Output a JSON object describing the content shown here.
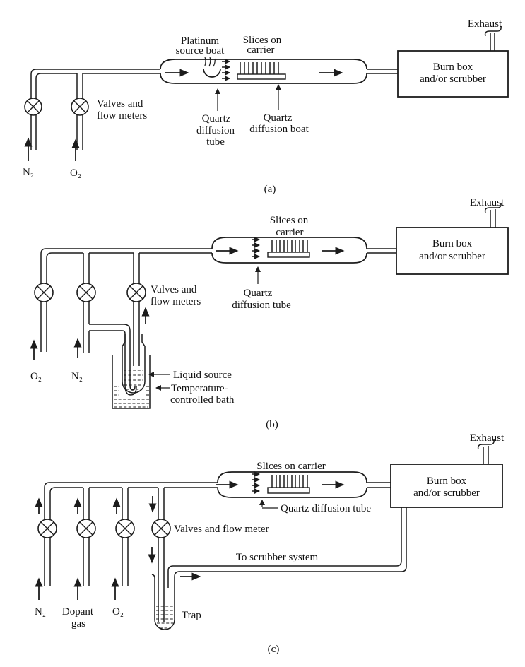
{
  "figure": {
    "description": "Open-tube diffusion furnace systems: (a) solid source, (b) liquid source, (c) gas source",
    "colors": {
      "ink": "#1c1c1c",
      "background": "#ffffff"
    }
  },
  "panels": {
    "a": {
      "caption": "(a)",
      "platinum_boat_l1": "Platinum",
      "platinum_boat_l2": "source boat",
      "slices_l1": "Slices on",
      "slices_l2": "carrier",
      "valves_l1": "Valves and",
      "valves_l2": "flow meters",
      "quartz_tube_l1": "Quartz",
      "quartz_tube_l2": "diffusion",
      "quartz_tube_l3": "tube",
      "quartz_boat_l1": "Quartz",
      "quartz_boat_l2": "diffusion boat",
      "gas1": "N₂",
      "gas2": "O₂",
      "burn_box_l1": "Burn box",
      "burn_box_l2": "and/or scrubber",
      "exhaust": "Exhaust"
    },
    "b": {
      "caption": "(b)",
      "slices_l1": "Slices on",
      "slices_l2": "carrier",
      "valves_l1": "Valves and",
      "valves_l2": "flow meters",
      "quartz_tube_l1": "Quartz",
      "quartz_tube_l2": "diffusion tube",
      "gas1": "O₂",
      "gas2": "N₂",
      "liquid_source": "Liquid source",
      "bath_l1": "Temperature-",
      "bath_l2": "controlled bath",
      "burn_box_l1": "Burn box",
      "burn_box_l2": "and/or scrubber",
      "exhaust": "Exhaust"
    },
    "c": {
      "caption": "(c)",
      "slices": "Slices on carrier",
      "valves": "Valves and flow meter",
      "quartz_tube": "Quartz diffusion tube",
      "gas1": "N₂",
      "gas2_l1": "Dopant",
      "gas2_l2": "gas",
      "gas3": "O₂",
      "scrubber": "To scrubber system",
      "trap": "Trap",
      "burn_box_l1": "Burn box",
      "burn_box_l2": "and/or scrubber",
      "exhaust": "Exhaust"
    }
  }
}
